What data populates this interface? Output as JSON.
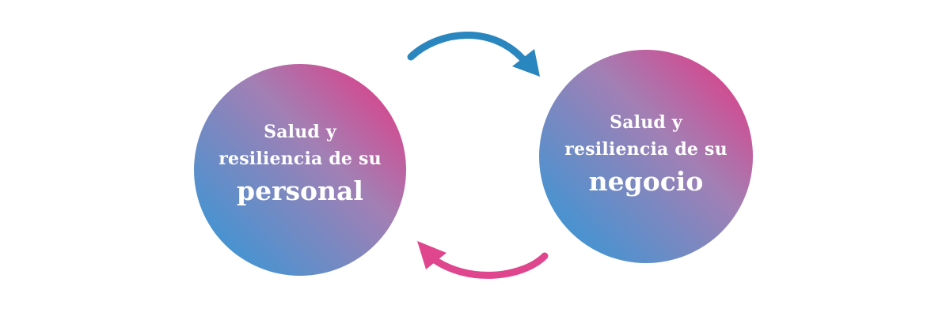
{
  "diagram": {
    "left_circle": {
      "line1": "Salud y",
      "line2": "resiliencia de su",
      "line3": "personal"
    },
    "right_circle": {
      "line1": "Salud y",
      "line2": "resiliencia de su",
      "line3": "negocio"
    },
    "colors": {
      "gradient_pink": "#e8327f",
      "gradient_mid": "#a37fb4",
      "gradient_blue": "#2b9ada",
      "top_arrow": "#2a86bf",
      "bottom_arrow": "#e0468d",
      "text": "#ffffff"
    }
  }
}
